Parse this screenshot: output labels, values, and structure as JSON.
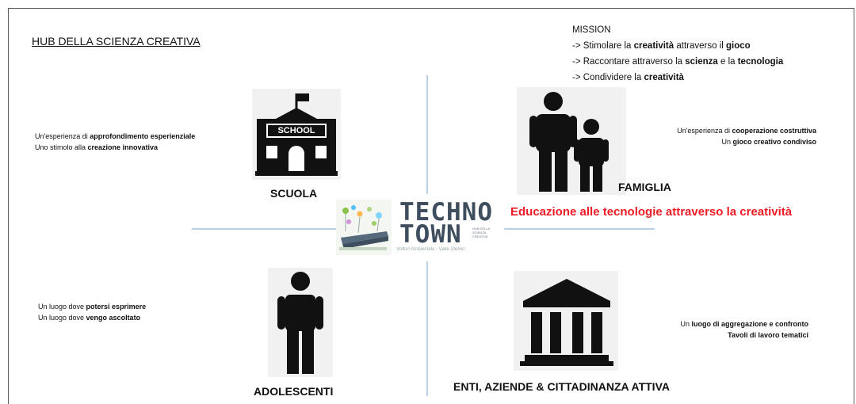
{
  "title": "HUB DELLA SCIENZA CREATIVA",
  "mission": {
    "heading": "MISSION",
    "lines": [
      {
        "prefix": "-> Stimolare la ",
        "b1": "creatività",
        "mid": " attraverso il ",
        "b2": "gioco"
      },
      {
        "prefix": "-> Raccontare attraverso la ",
        "b1": "scienza",
        "mid": " e la ",
        "b2": "tecnologia"
      },
      {
        "prefix": "-> Condividere la ",
        "b1": "creatività",
        "mid": "",
        "b2": ""
      }
    ]
  },
  "center": {
    "logo_line1": "TECHNO",
    "logo_line2": "TOWN",
    "logo_sub": "HUB DELLA SCIENZA CREATIVA",
    "logo_foot": "Volturi Ambientale - Valle Stelvio",
    "tagline": "Educazione alle tecnologie attraverso la creatività"
  },
  "quadrants": {
    "scuola": {
      "label": "SCUOLA",
      "icon_text": "SCHOOL",
      "icon": "school-building-icon",
      "lines": [
        {
          "pre": "Un'esperienza di ",
          "bold": "approfondimento esperienziale"
        },
        {
          "pre": "Uno stimolo alla ",
          "bold": "creazione innovativa"
        }
      ]
    },
    "famiglia": {
      "label": "FAMIGLIA",
      "icon": "parent-child-icon",
      "lines": [
        {
          "pre": "Un'esperienza di ",
          "bold": "cooperazione costruttiva"
        },
        {
          "pre": "Un ",
          "bold": "gioco creativo condiviso"
        }
      ]
    },
    "adolescenti": {
      "label": "ADOLESCENTI",
      "icon": "teenager-icon",
      "lines": [
        {
          "pre": "Un luogo dove ",
          "bold": "potersi esprimere"
        },
        {
          "pre": "Un luogo dove ",
          "bold": "vengo ascoltato"
        }
      ]
    },
    "enti": {
      "label": "ENTI, AZIENDE & CITTADINANZA ATTIVA",
      "icon": "institution-building-icon",
      "lines": [
        {
          "pre": "Un ",
          "bold": "luogo di aggregazione e confronto"
        },
        {
          "pre": "",
          "bold": "Tavoli di lavoro tematici"
        }
      ]
    }
  },
  "colors": {
    "axis": "#bcd0e3",
    "tagline": "#ee1c25",
    "icon": "#111111",
    "logo": "#3e4e5e"
  }
}
